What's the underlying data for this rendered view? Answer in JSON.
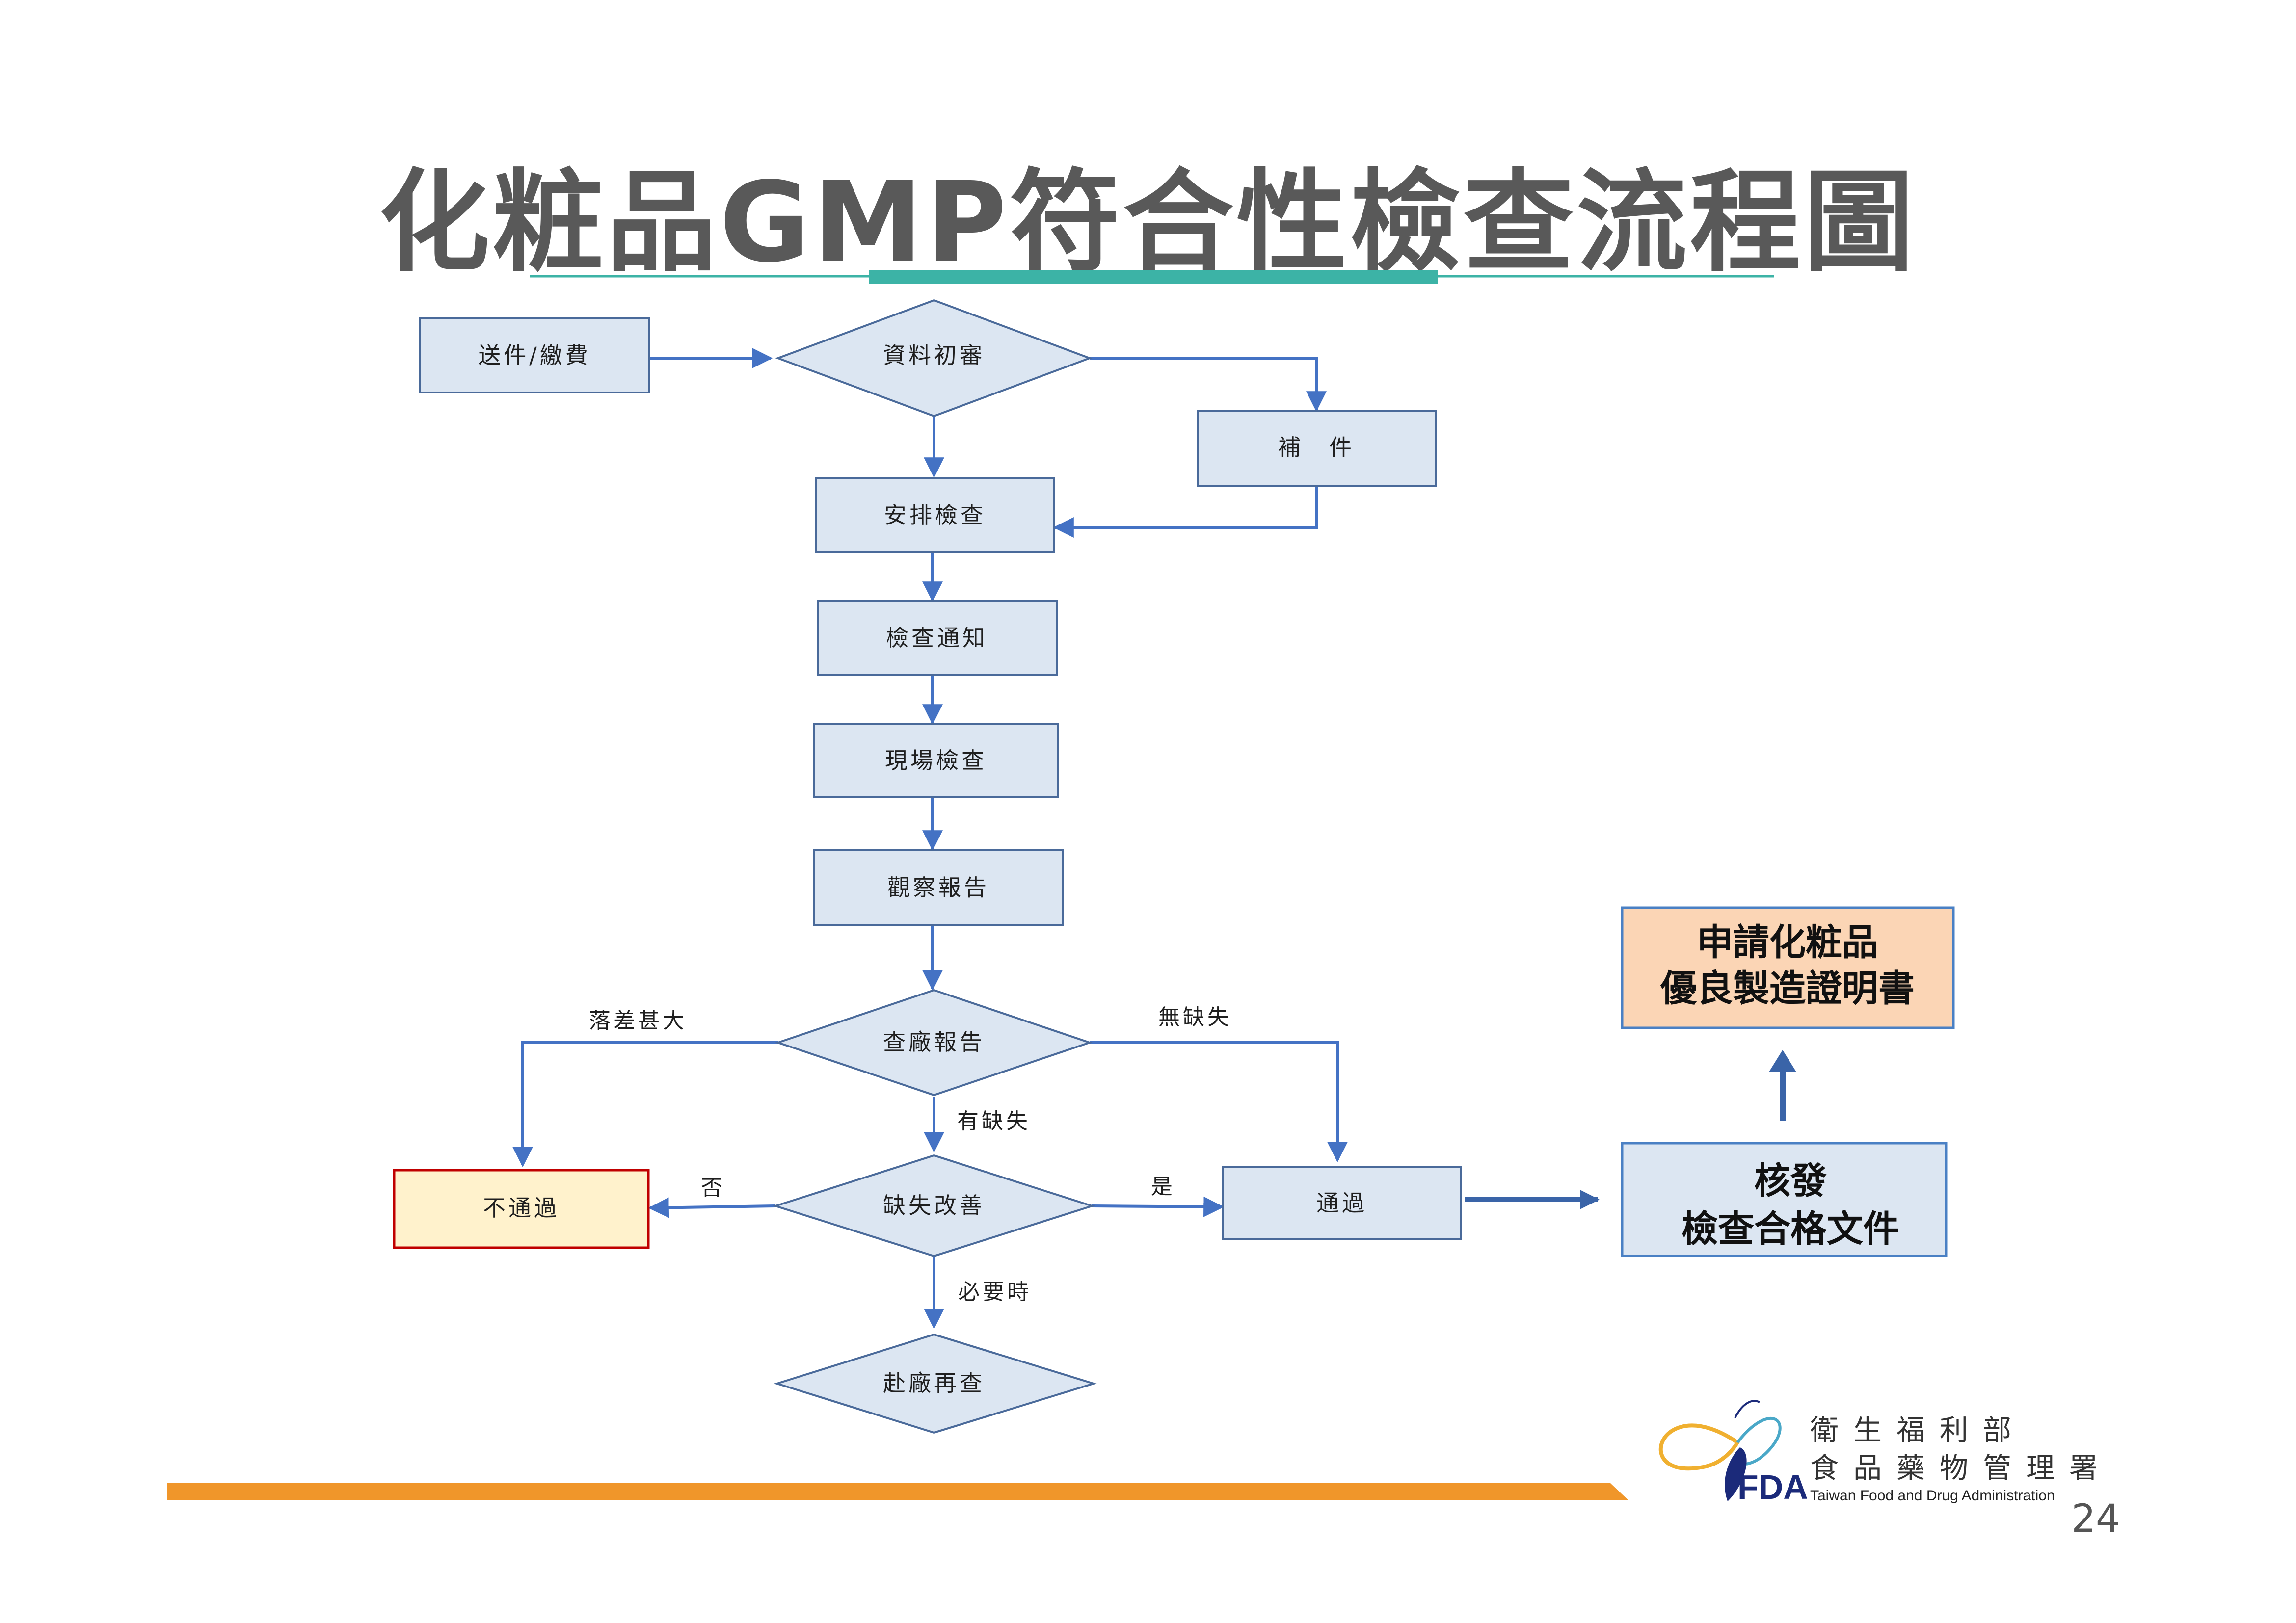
{
  "title": "化粧品GMP符合性檢查流程圖",
  "nodes": {
    "submit": "送件/繳費",
    "initial_review": "資料初審",
    "supplement": "補　件",
    "arrange": "安排檢查",
    "notify": "檢查通知",
    "onsite": "現場檢查",
    "observation": "觀察報告",
    "factory_report": "查廠報告",
    "improve": "缺失改善",
    "fail": "不通過",
    "pass": "通過",
    "revisit": "赴廠再查",
    "issue_line1": "核發",
    "issue_line2": "檢查合格文件",
    "apply_line1": "申請化粧品",
    "apply_line2": "優良製造證明書"
  },
  "edge_labels": {
    "large_gap": "落差甚大",
    "no_deficiency": "無缺失",
    "has_deficiency": "有缺失",
    "no": "否",
    "yes": "是",
    "when_needed": "必要時"
  },
  "logo": {
    "ministry": "衛生福利部",
    "agency": "食品藥物管理署",
    "english": "Taiwan Food and Drug Administration",
    "mark": "FDA"
  },
  "page_number": "24",
  "colors": {
    "box_fill": "#dce6f2",
    "box_stroke": "#4a6a9a",
    "arrow": "#4472c4",
    "fail_fill": "#fff2cc",
    "fail_stroke": "#c00000",
    "apply_fill": "#fbd5b5",
    "teal": "#3cb3a6",
    "orange": "#f0962a"
  }
}
